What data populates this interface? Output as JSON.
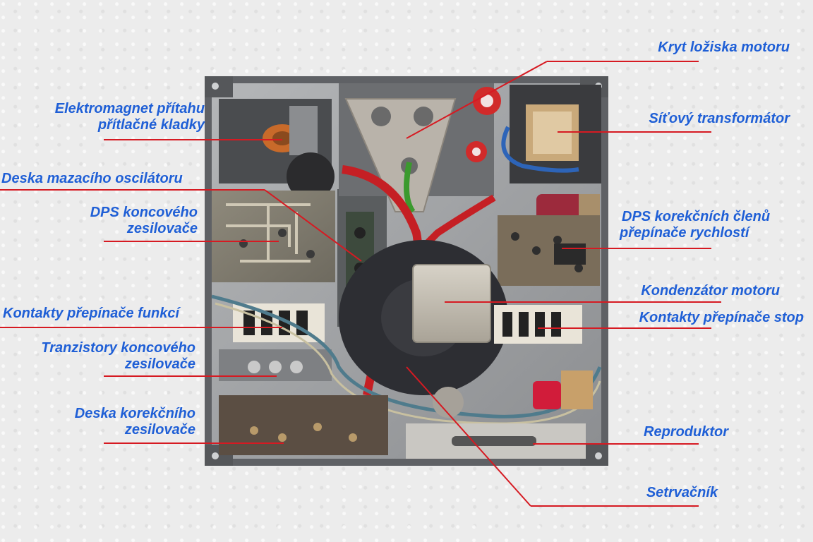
{
  "colors": {
    "label_text": "#1f5fd6",
    "leader_line": "#d61a22",
    "chassis": "#9a9c9e",
    "frame": "#6f7175"
  },
  "labels": {
    "kryt_loziska": "Kryt ložiska motoru",
    "elektromagnet_1": "Elektromagnet přítahu",
    "elektromagnet_2": "přítlačné kladky",
    "sitovy_trafo": "Síťový transformátor",
    "deska_mazaciho": "Deska mazacího oscilátoru",
    "dps_koncoveho_1": "DPS koncového",
    "dps_koncoveho_2": "zesilovače",
    "dps_korekcnich_1": "DPS korekčních členů",
    "dps_korekcnich_2": "přepínače rychlostí",
    "kondenzator": "Kondenzátor motoru",
    "kontakty_funkci": "Kontakty přepínače funkcí",
    "kontakty_stop": "Kontakty přepínače stop",
    "tranzistory_1": "Tranzistory koncového",
    "tranzistory_2": "zesilovače",
    "deska_korekcniho_1": "Deska korekčního",
    "deska_korekcniho_2": "zesilovače",
    "reproduktor": "Reproduktor",
    "setrvacnik": "Setrvačník"
  }
}
